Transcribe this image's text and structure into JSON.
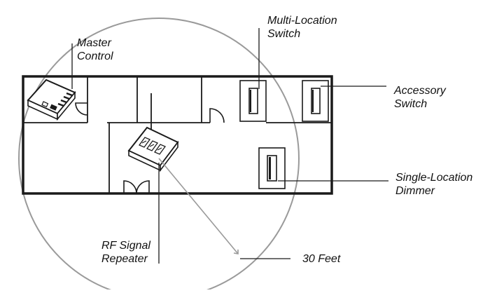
{
  "labels": {
    "master_control": [
      "Master",
      "Control"
    ],
    "multi_location_switch": [
      "Multi-Location",
      "Switch"
    ],
    "accessory_switch": [
      "Accessory",
      "Switch"
    ],
    "single_location_dimmer": [
      "Single-Location",
      "Dimmer"
    ],
    "rf_signal_repeater": [
      "RF Signal",
      "Repeater"
    ],
    "range": "30 Feet"
  },
  "colors": {
    "line": "#1a1a1a",
    "range_circle": "#9a9a9a",
    "device_fill": "#ffffff",
    "device_dark": "#1a1a1a"
  }
}
